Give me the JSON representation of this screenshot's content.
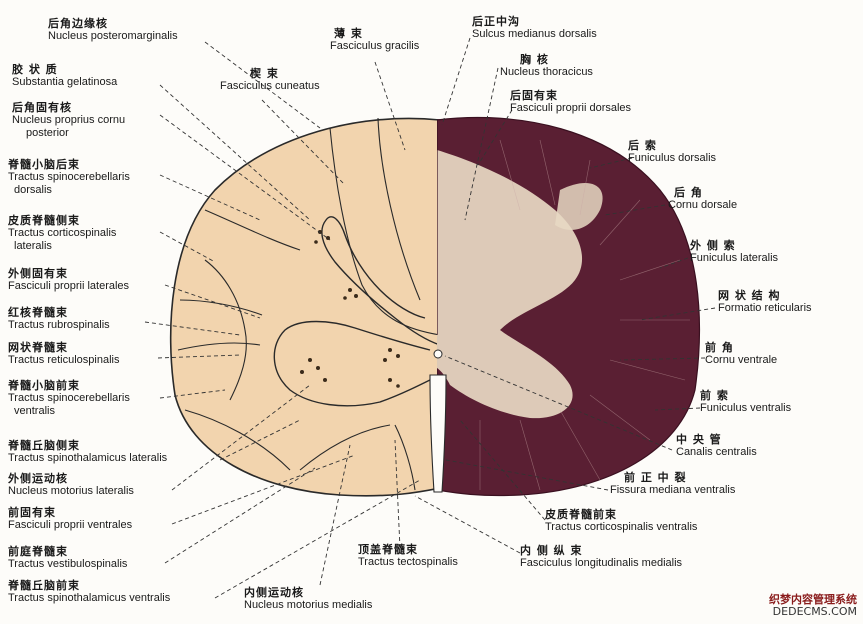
{
  "labels_left": [
    {
      "zh": "后角边缘核",
      "la": "Nucleus posteromarginalis"
    },
    {
      "zh": "胶 状 质",
      "la": "Substantia gelatinosa"
    },
    {
      "zh": "后角固有核",
      "la": "Nucleus proprius cornu",
      "la2": "posterior"
    },
    {
      "zh": "脊髓小脑后束",
      "la": "Tractus spinocerebellaris",
      "la2": "dorsalis"
    },
    {
      "zh": "皮质脊髓侧束",
      "la": "Tractus corticospinalis",
      "la2": "lateralis"
    },
    {
      "zh": "外侧固有束",
      "la": "Fasciculi proprii laterales"
    },
    {
      "zh": "红核脊髓束",
      "la": "Tractus rubrospinalis"
    },
    {
      "zh": "网状脊髓束",
      "la": "Tractus reticulospinalis"
    },
    {
      "zh": "脊髓小脑前束",
      "la": "Tractus spinocerebellaris",
      "la2": "ventralis"
    },
    {
      "zh": "脊髓丘脑侧束",
      "la": "Tractus spinothalamicus lateralis"
    },
    {
      "zh": "外侧运动核",
      "la": "Nucleus motorius lateralis"
    },
    {
      "zh": "前固有束",
      "la": "Fasciculi proprii ventrales"
    },
    {
      "zh": "前庭脊髓束",
      "la": "Tractus vestibulospinalis"
    },
    {
      "zh": "脊髓丘脑前束",
      "la": "Tractus spinothalamicus ventralis"
    }
  ],
  "labels_top": [
    {
      "zh": "楔 束",
      "la": "Fasciculus cuneatus"
    },
    {
      "zh": "薄 束",
      "la": "Fasciculus gracilis"
    }
  ],
  "labels_right": [
    {
      "zh": "后正中沟",
      "la": "Sulcus medianus dorsalis"
    },
    {
      "zh": "胸 核",
      "la": "Nucleus thoracicus"
    },
    {
      "zh": "后固有束",
      "la": "Fasciculi proprii dorsales"
    },
    {
      "zh": "后 索",
      "la": "Funiculus dorsalis"
    },
    {
      "zh": "后 角",
      "la": "Cornu dorsale"
    },
    {
      "zh": "外 侧 索",
      "la": "Funiculus lateralis"
    },
    {
      "zh": "网 状 结 构",
      "la": "Formatio reticularis"
    },
    {
      "zh": "前 角",
      "la": "Cornu ventrale"
    },
    {
      "zh": "前 索",
      "la": "Funiculus ventralis"
    },
    {
      "zh": "中 央 管",
      "la": "Canalis centralis"
    },
    {
      "zh": "前 正 中 裂",
      "la": "Fissura mediana ventralis"
    },
    {
      "zh": "皮质脊髓前束",
      "la": "Tractus corticospinalis ventralis"
    },
    {
      "zh": "内 侧 纵 束",
      "la": "Fasciculus longitudinalis medialis"
    }
  ],
  "labels_bottom": [
    {
      "zh": "顶盖脊髓束",
      "la": "Tractus tectospinalis"
    },
    {
      "zh": "内侧运动核",
      "la": "Nucleus motorius medialis"
    }
  ],
  "watermark": {
    "line1": "织梦内容管理系统",
    "line2": "DEDECMS.COM"
  },
  "colors": {
    "white_matter": "#f2d4ae",
    "stained_tissue": "#5a1f33",
    "outline": "#2a2a2a",
    "background": "#fdfcf9"
  }
}
